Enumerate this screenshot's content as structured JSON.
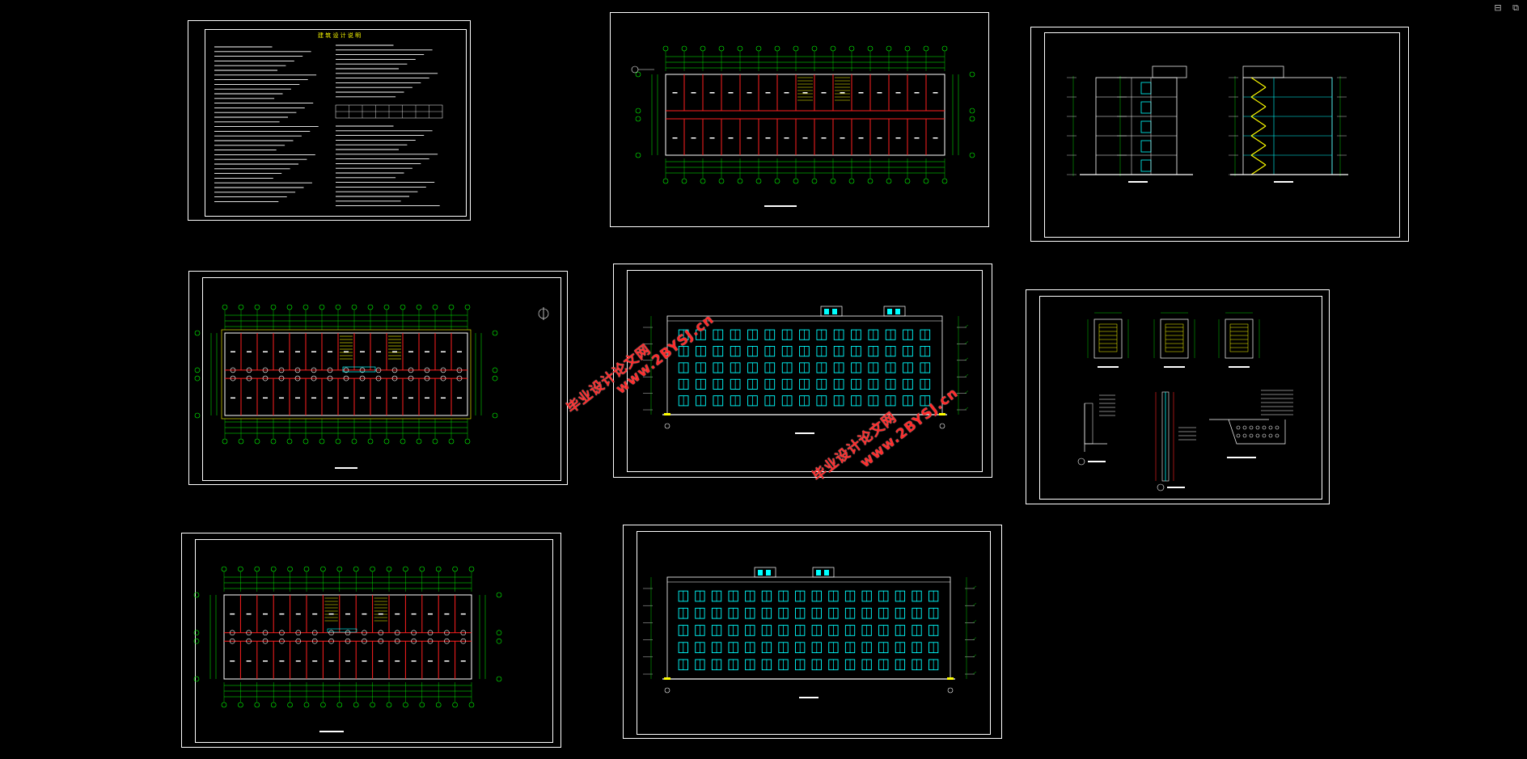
{
  "window_controls": {
    "minimize": "⊟",
    "restore": "⧉"
  },
  "watermarks": [
    "毕业设计论文网",
    "www.2BYSJ.cn",
    "毕业设计论文网",
    "www.2BYSJ.cn"
  ],
  "sheets": {
    "design_notes_title": "建 筑 设 计 说 明"
  },
  "colors": {
    "background": "#000000",
    "sheet_border": "#ffffff",
    "grid_line": "#00ff00",
    "wall_red": "#ff2020",
    "window_cyan": "#00ffff",
    "stair_yellow": "#ffff00",
    "watermark_red": "#ff2b2b"
  }
}
